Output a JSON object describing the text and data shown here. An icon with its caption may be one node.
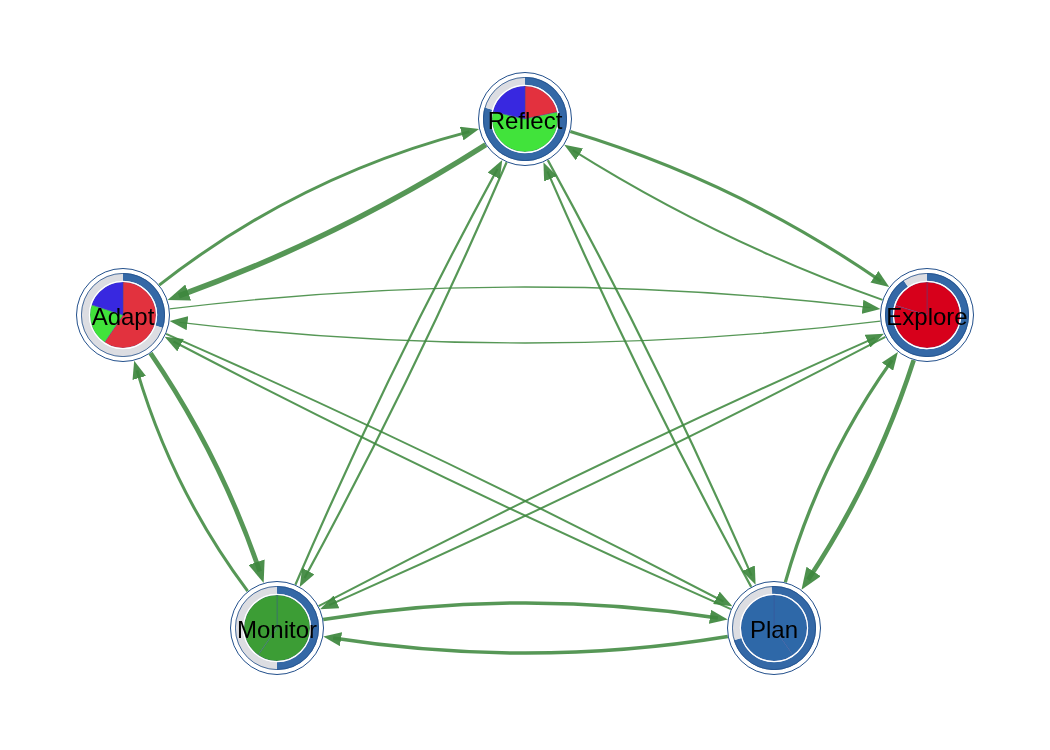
{
  "diagram": {
    "nodes": [
      {
        "text": [
          "Reflect"
        ]
      },
      {
        "text": [
          "Adapt"
        ]
      },
      {
        "text": [
          "Explore"
        ]
      },
      {
        "text": [
          "Monitor"
        ]
      },
      {
        "text": [
          "Plan"
        ]
      }
    ],
    "edges": [
      {
        "from": 1,
        "to": 0,
        "arrow": "to"
      },
      {
        "from": 0,
        "to": 1,
        "arrow": "to",
        "style": "thick"
      },
      {
        "from": 0,
        "to": 2,
        "arrow": "to"
      },
      {
        "from": 2,
        "to": 0,
        "arrow": "to"
      },
      {
        "from": 1,
        "to": 2,
        "arrow": "to"
      },
      {
        "from": 2,
        "to": 1,
        "arrow": "to"
      },
      {
        "from": 1,
        "to": 3,
        "arrow": "to",
        "style": "thick"
      },
      {
        "from": 3,
        "to": 1,
        "arrow": "to"
      },
      {
        "from": 3,
        "to": 4,
        "arrow": "to"
      },
      {
        "from": 4,
        "to": 3,
        "arrow": "to"
      },
      {
        "from": 4,
        "to": 2,
        "arrow": "to"
      },
      {
        "from": 2,
        "to": 4,
        "arrow": "to",
        "style": "thick"
      },
      {
        "from": 0,
        "to": 3,
        "arrow": "to"
      },
      {
        "from": 3,
        "to": 0,
        "arrow": "to"
      },
      {
        "from": 0,
        "to": 4,
        "arrow": "to"
      },
      {
        "from": 4,
        "to": 0,
        "arrow": "to"
      },
      {
        "from": 1,
        "to": 4,
        "arrow": "to"
      },
      {
        "from": 4,
        "to": 1,
        "arrow": "to"
      },
      {
        "from": 2,
        "to": 3,
        "arrow": "to"
      },
      {
        "from": 3,
        "to": 2,
        "arrow": "to"
      }
    ]
  }
}
